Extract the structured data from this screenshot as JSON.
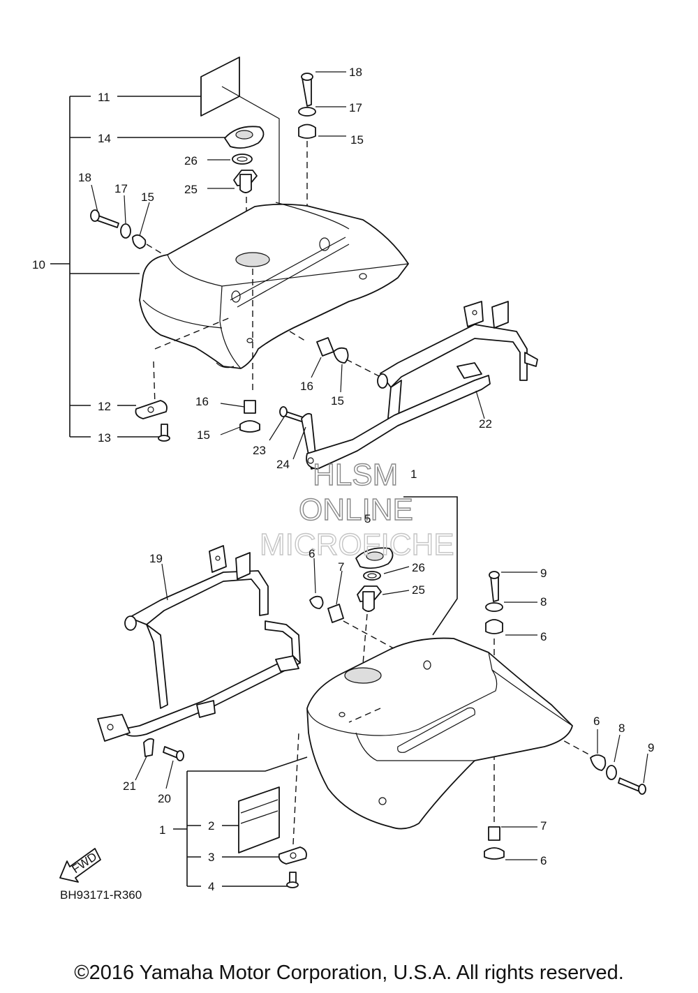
{
  "diagram": {
    "callouts": {
      "c1a": "1",
      "c1b": "1",
      "c2": "2",
      "c3": "3",
      "c4": "4",
      "c5": "5",
      "c6a": "6",
      "c6b": "6",
      "c6c": "6",
      "c6d": "6",
      "c7a": "7",
      "c7b": "7",
      "c8a": "8",
      "c8b": "8",
      "c9a": "9",
      "c9b": "9",
      "c10": "10",
      "c11": "11",
      "c12": "12",
      "c13": "13",
      "c14": "14",
      "c15a": "15",
      "c15b": "15",
      "c15c": "15",
      "c15d": "15",
      "c16a": "16",
      "c16b": "16",
      "c17a": "17",
      "c17b": "17",
      "c18a": "18",
      "c18b": "18",
      "c19": "19",
      "c20": "20",
      "c21": "21",
      "c22": "22",
      "c23": "23",
      "c24": "24",
      "c25a": "25",
      "c25b": "25",
      "c26a": "26",
      "c26b": "26"
    },
    "fwd_label": "FWD",
    "diagram_code": "BH93171-R360",
    "watermark": [
      "HLSM",
      "ONLINE",
      "MICROFICHE"
    ]
  },
  "footer": {
    "copyright": "©2016 Yamaha Motor Corporation, U.S.A. All rights reserved."
  }
}
